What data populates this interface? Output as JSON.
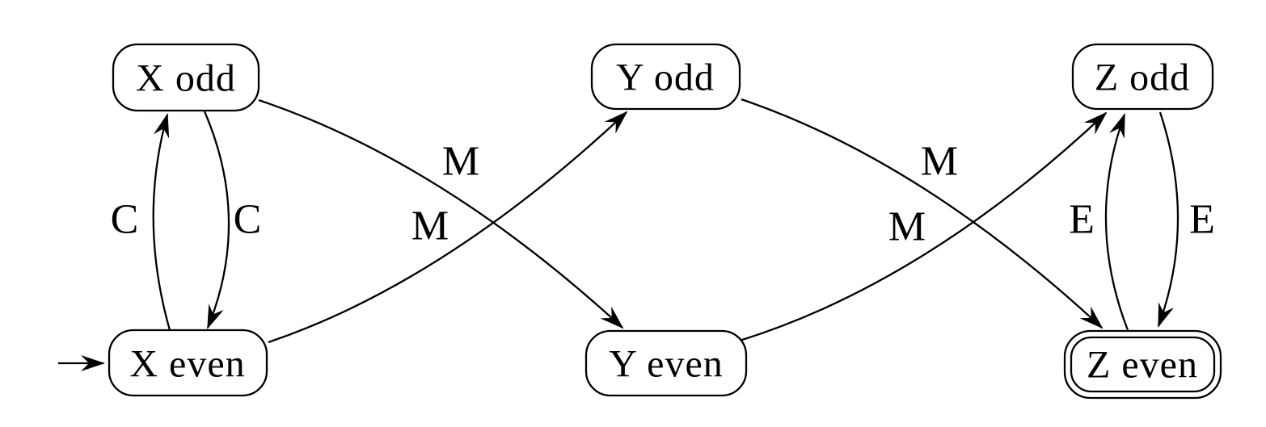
{
  "diagram": {
    "type": "finite-state-automaton",
    "background_color": "#ffffff",
    "stroke_color": "#000000",
    "initial_state": "X even",
    "accepting_states": [
      "Z even"
    ],
    "states": [
      {
        "id": "x-odd",
        "label": "X odd",
        "initial": false,
        "accepting": false
      },
      {
        "id": "x-even",
        "label": "X even",
        "initial": true,
        "accepting": false
      },
      {
        "id": "y-odd",
        "label": "Y odd",
        "initial": false,
        "accepting": false
      },
      {
        "id": "y-even",
        "label": "Y even",
        "initial": false,
        "accepting": false
      },
      {
        "id": "z-odd",
        "label": "Z odd",
        "initial": false,
        "accepting": false
      },
      {
        "id": "z-even",
        "label": "Z even",
        "initial": false,
        "accepting": true
      }
    ],
    "transitions": [
      {
        "from": "X even",
        "to": "X odd",
        "label": "C"
      },
      {
        "from": "X odd",
        "to": "X even",
        "label": "C"
      },
      {
        "from": "X odd",
        "to": "Y even",
        "label": "M"
      },
      {
        "from": "X even",
        "to": "Y odd",
        "label": "M"
      },
      {
        "from": "Y odd",
        "to": "Z even",
        "label": "M"
      },
      {
        "from": "Y even",
        "to": "Z odd",
        "label": "M"
      },
      {
        "from": "Z even",
        "to": "Z odd",
        "label": "E"
      },
      {
        "from": "Z odd",
        "to": "Z even",
        "label": "E"
      }
    ]
  }
}
